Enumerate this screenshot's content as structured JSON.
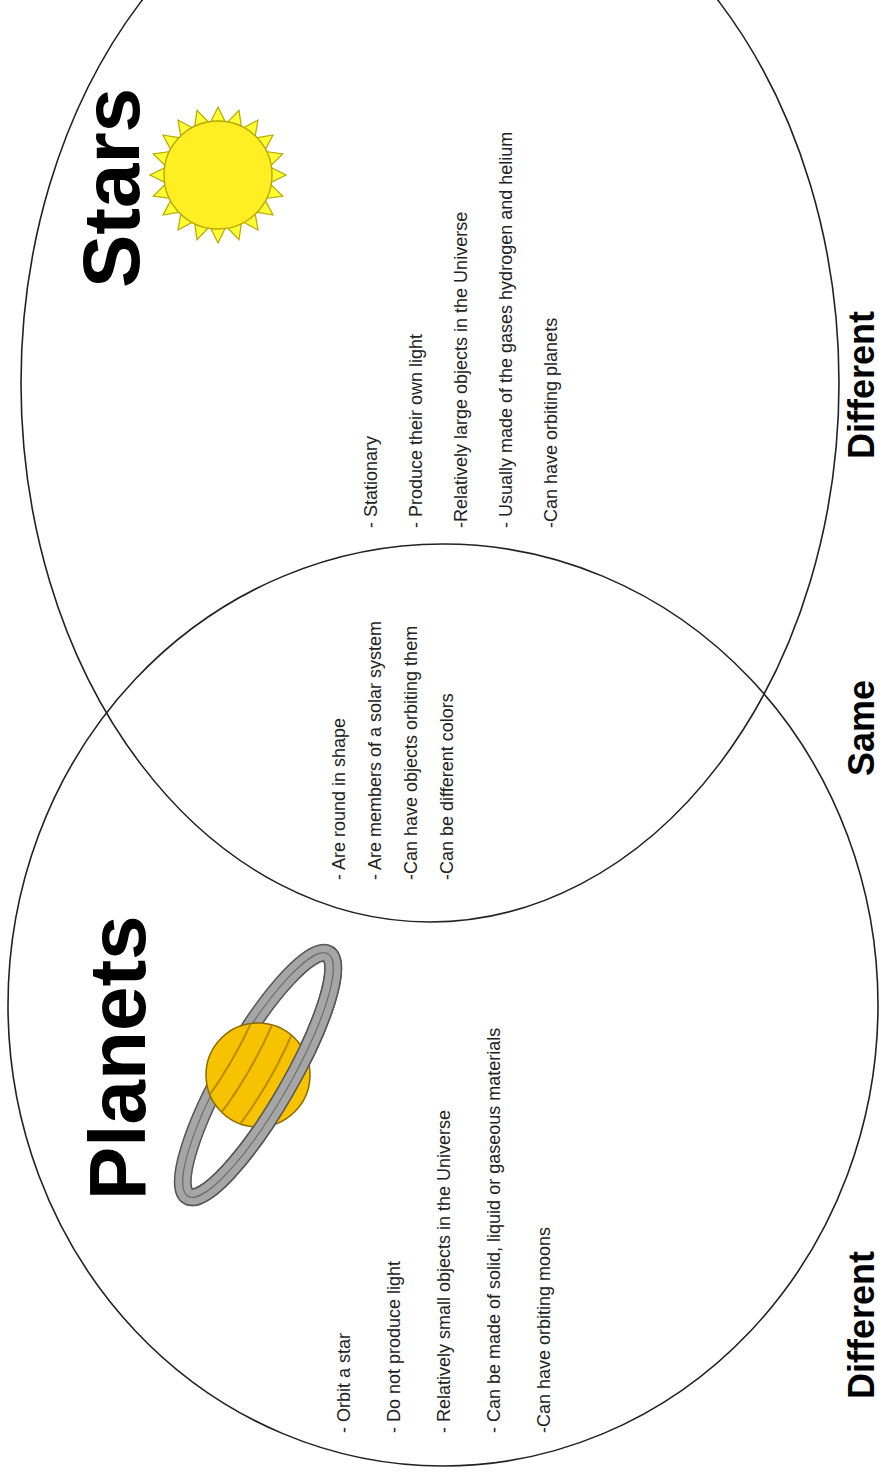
{
  "diagram": {
    "nodes": [
      {
        "text": [
          "Planets",
          "- Orbit a star",
          "- Do not produce light",
          "- Relatively small objects in the Universe",
          "- Can be made of solid, liquid or gaseous materials",
          "-Can have orbiting moons"
        ]
      },
      {
        "text": [
          "Stars",
          "- Stationary",
          "- Produce their own light",
          "-Relatively large objects in the Universe",
          "- Usually made of the gases hydrogen and helium",
          "-Can have orbiting planets"
        ]
      }
    ],
    "labels": [
      "- Are round in shape",
      "- Are members of a solar system",
      "-Can have objects orbiting them",
      "-Can be different colors",
      "Different",
      "Same",
      "Different"
    ]
  }
}
